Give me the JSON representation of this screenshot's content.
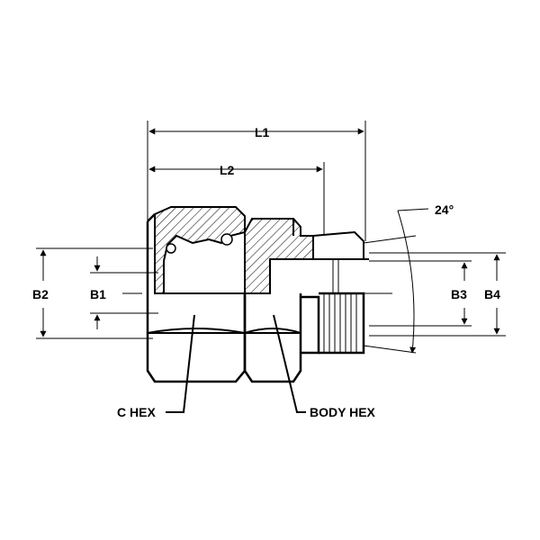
{
  "dimensions": {
    "L1": "L1",
    "L2": "L2",
    "B1": "B1",
    "B2": "B2",
    "B3": "B3",
    "B4": "B4",
    "angle": "24°"
  },
  "callouts": {
    "c_hex": "C HEX",
    "body_hex": "BODY HEX"
  }
}
